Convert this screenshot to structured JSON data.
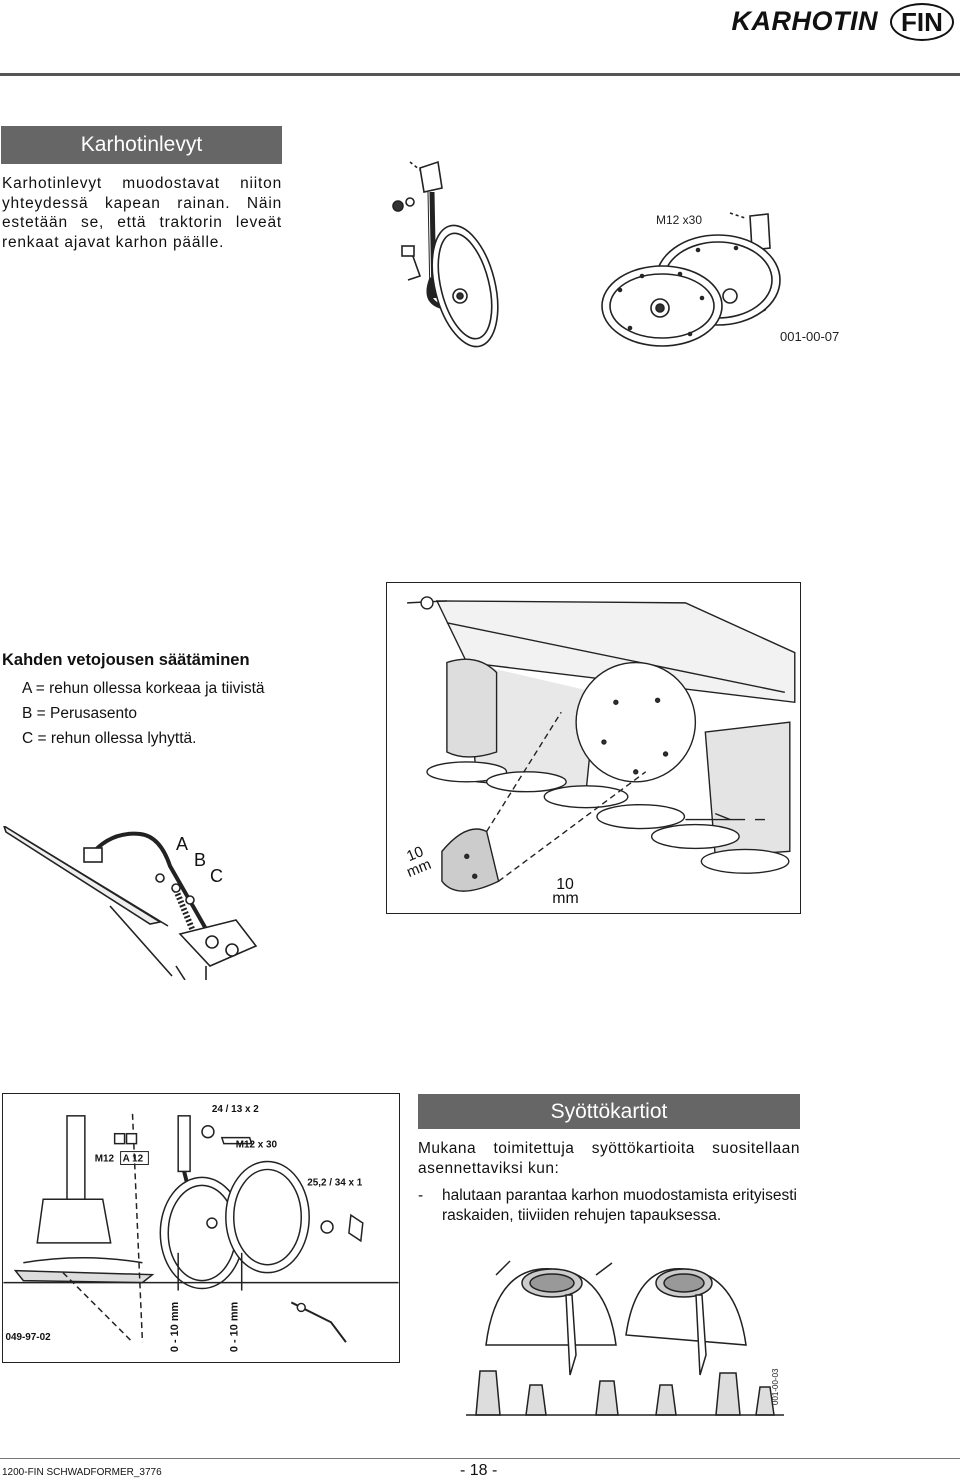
{
  "header": {
    "title": "KARHOTIN",
    "lang": "FIN"
  },
  "section1": {
    "heading": "Karhotinlevyt",
    "paragraph": "Karhotinlevyt muodostavat niiton yhteydessä kapean rainan. Näin estetään se, että traktorin leveät renkaat ajavat karhon päälle."
  },
  "figure1": {
    "bolt_label": "M12 x30",
    "code": "001-00-07"
  },
  "section2": {
    "heading": "Kahden vetojousen säätäminen",
    "lines": [
      "A = rehun ollessa korkeaa ja tiivistä",
      "B = Perusasento",
      "C = rehun ollessa lyhyttä."
    ]
  },
  "figure2": {
    "labels": [
      "A",
      "B",
      "C"
    ]
  },
  "figure3": {
    "dim_number": "10",
    "dim_unit": "mm"
  },
  "figure4": {
    "labels": {
      "bolt_top": "24 / 13 x 2",
      "m12": "M12",
      "a12": "A 12",
      "m12x30": "M12 x 30",
      "washer": "25,2 / 34 x 1",
      "range1": "0 - 10 mm",
      "range2": "0 - 10 mm",
      "code": "049-97-02"
    }
  },
  "section3": {
    "heading": "Syöttökartiot",
    "paragraph": "Mukana toimitettuja syöttökartioita suositellaan asennettaviksi kun:",
    "bullet_dash": "-",
    "bullet": "halutaan parantaa karhon muodostamista erityisesti raskaiden, tiiviiden rehujen tapauksessa."
  },
  "figure5": {
    "code": "001-00-03"
  },
  "footer": {
    "doc": "1200-FIN SCHWADFORMER_3776",
    "page": "- 18 -"
  }
}
